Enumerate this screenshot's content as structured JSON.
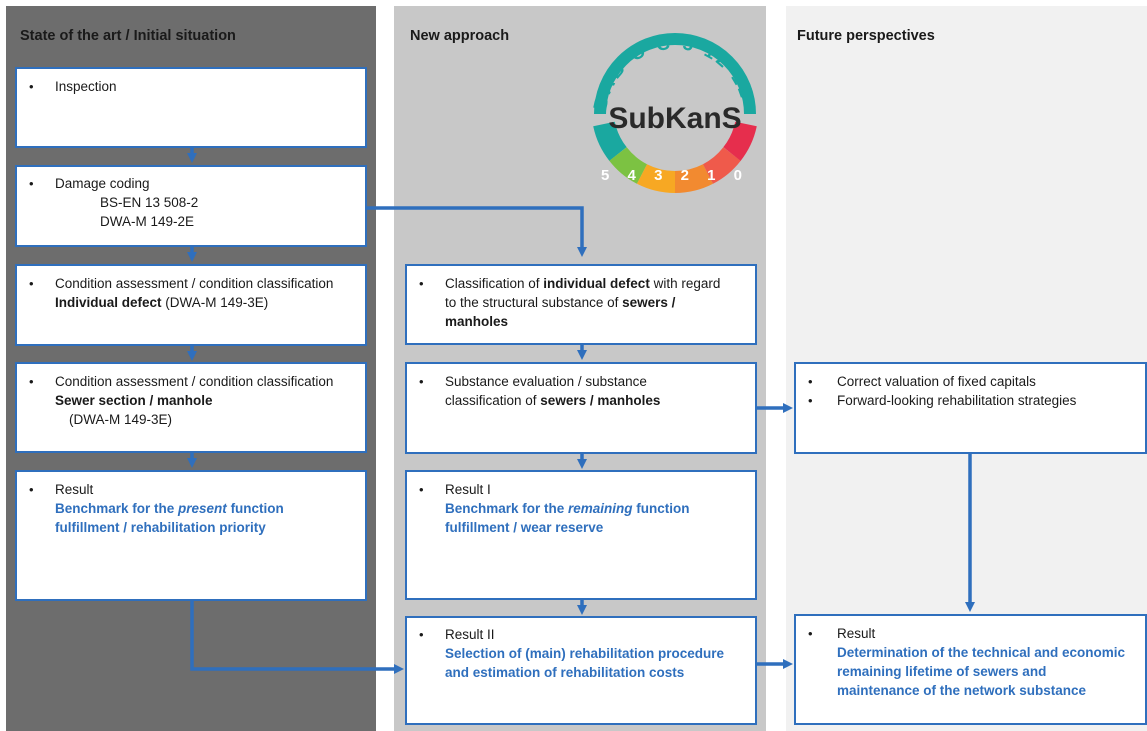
{
  "columns": {
    "c1": "State of the art / Initial situation",
    "c2": "New approach",
    "c3": "Future perspectives"
  },
  "logo": {
    "top_text": "BAB C C 5 12 12",
    "name": "SubKanS",
    "scale": "5 4 3 2 1 0",
    "colors": {
      "ring": "#1aa8a0",
      "scale_5": "#1aa8a0",
      "scale_4": "#7cc242",
      "scale_3": "#f7a823",
      "scale_2": "#f28a30",
      "scale_1": "#ef5a4b",
      "scale_0": "#e62e4d"
    }
  },
  "boxes": {
    "inspection": {
      "line1": "Inspection"
    },
    "damage": {
      "line1": "Damage coding",
      "line2": "BS-EN 13 508-2",
      "line3": "DWA-M 149-2E"
    },
    "cond1": {
      "line1": "Condition assessment / condition classification",
      "bold": "Individual defect",
      "rest": " (DWA-M 149-3E)"
    },
    "cond2": {
      "line1": "Condition assessment / condition classification",
      "bold": "Sewer section / manhole",
      "line3": "(DWA-M 149-3E)"
    },
    "result1": {
      "line1": "Result",
      "b1": "Benchmark for the ",
      "it": "present",
      "b2": " function",
      "b3": "fulfillment / rehabilitation priority"
    },
    "classif": {
      "a": "Classification of ",
      "b": "individual defect",
      "c": " with regard",
      "d": "to the structural substance of ",
      "e": "sewers /",
      "f": "manholes"
    },
    "subst": {
      "a": "Substance evaluation / substance",
      "b": "classification of ",
      "c": "sewers / manholes"
    },
    "resultI": {
      "line1": "Result I",
      "b1": "Benchmark for the ",
      "it": "remaining",
      "b2": " function",
      "b3": "fulfillment / wear reserve"
    },
    "resultII": {
      "line1": "Result II",
      "b1": "Selection of (main) rehabilitation procedure",
      "b2": "and estimation of rehabilitation costs"
    },
    "correct": {
      "l1": "Correct valuation of fixed capitals",
      "l2": "Forward-looking rehabilitation strategies"
    },
    "result3": {
      "line1": "Result",
      "b1": "Determination of the technical and economic",
      "b2": "remaining lifetime of sewers and",
      "b3": "maintenance of the network substance"
    }
  },
  "bullet": "•",
  "accent": "#2f6fbd"
}
